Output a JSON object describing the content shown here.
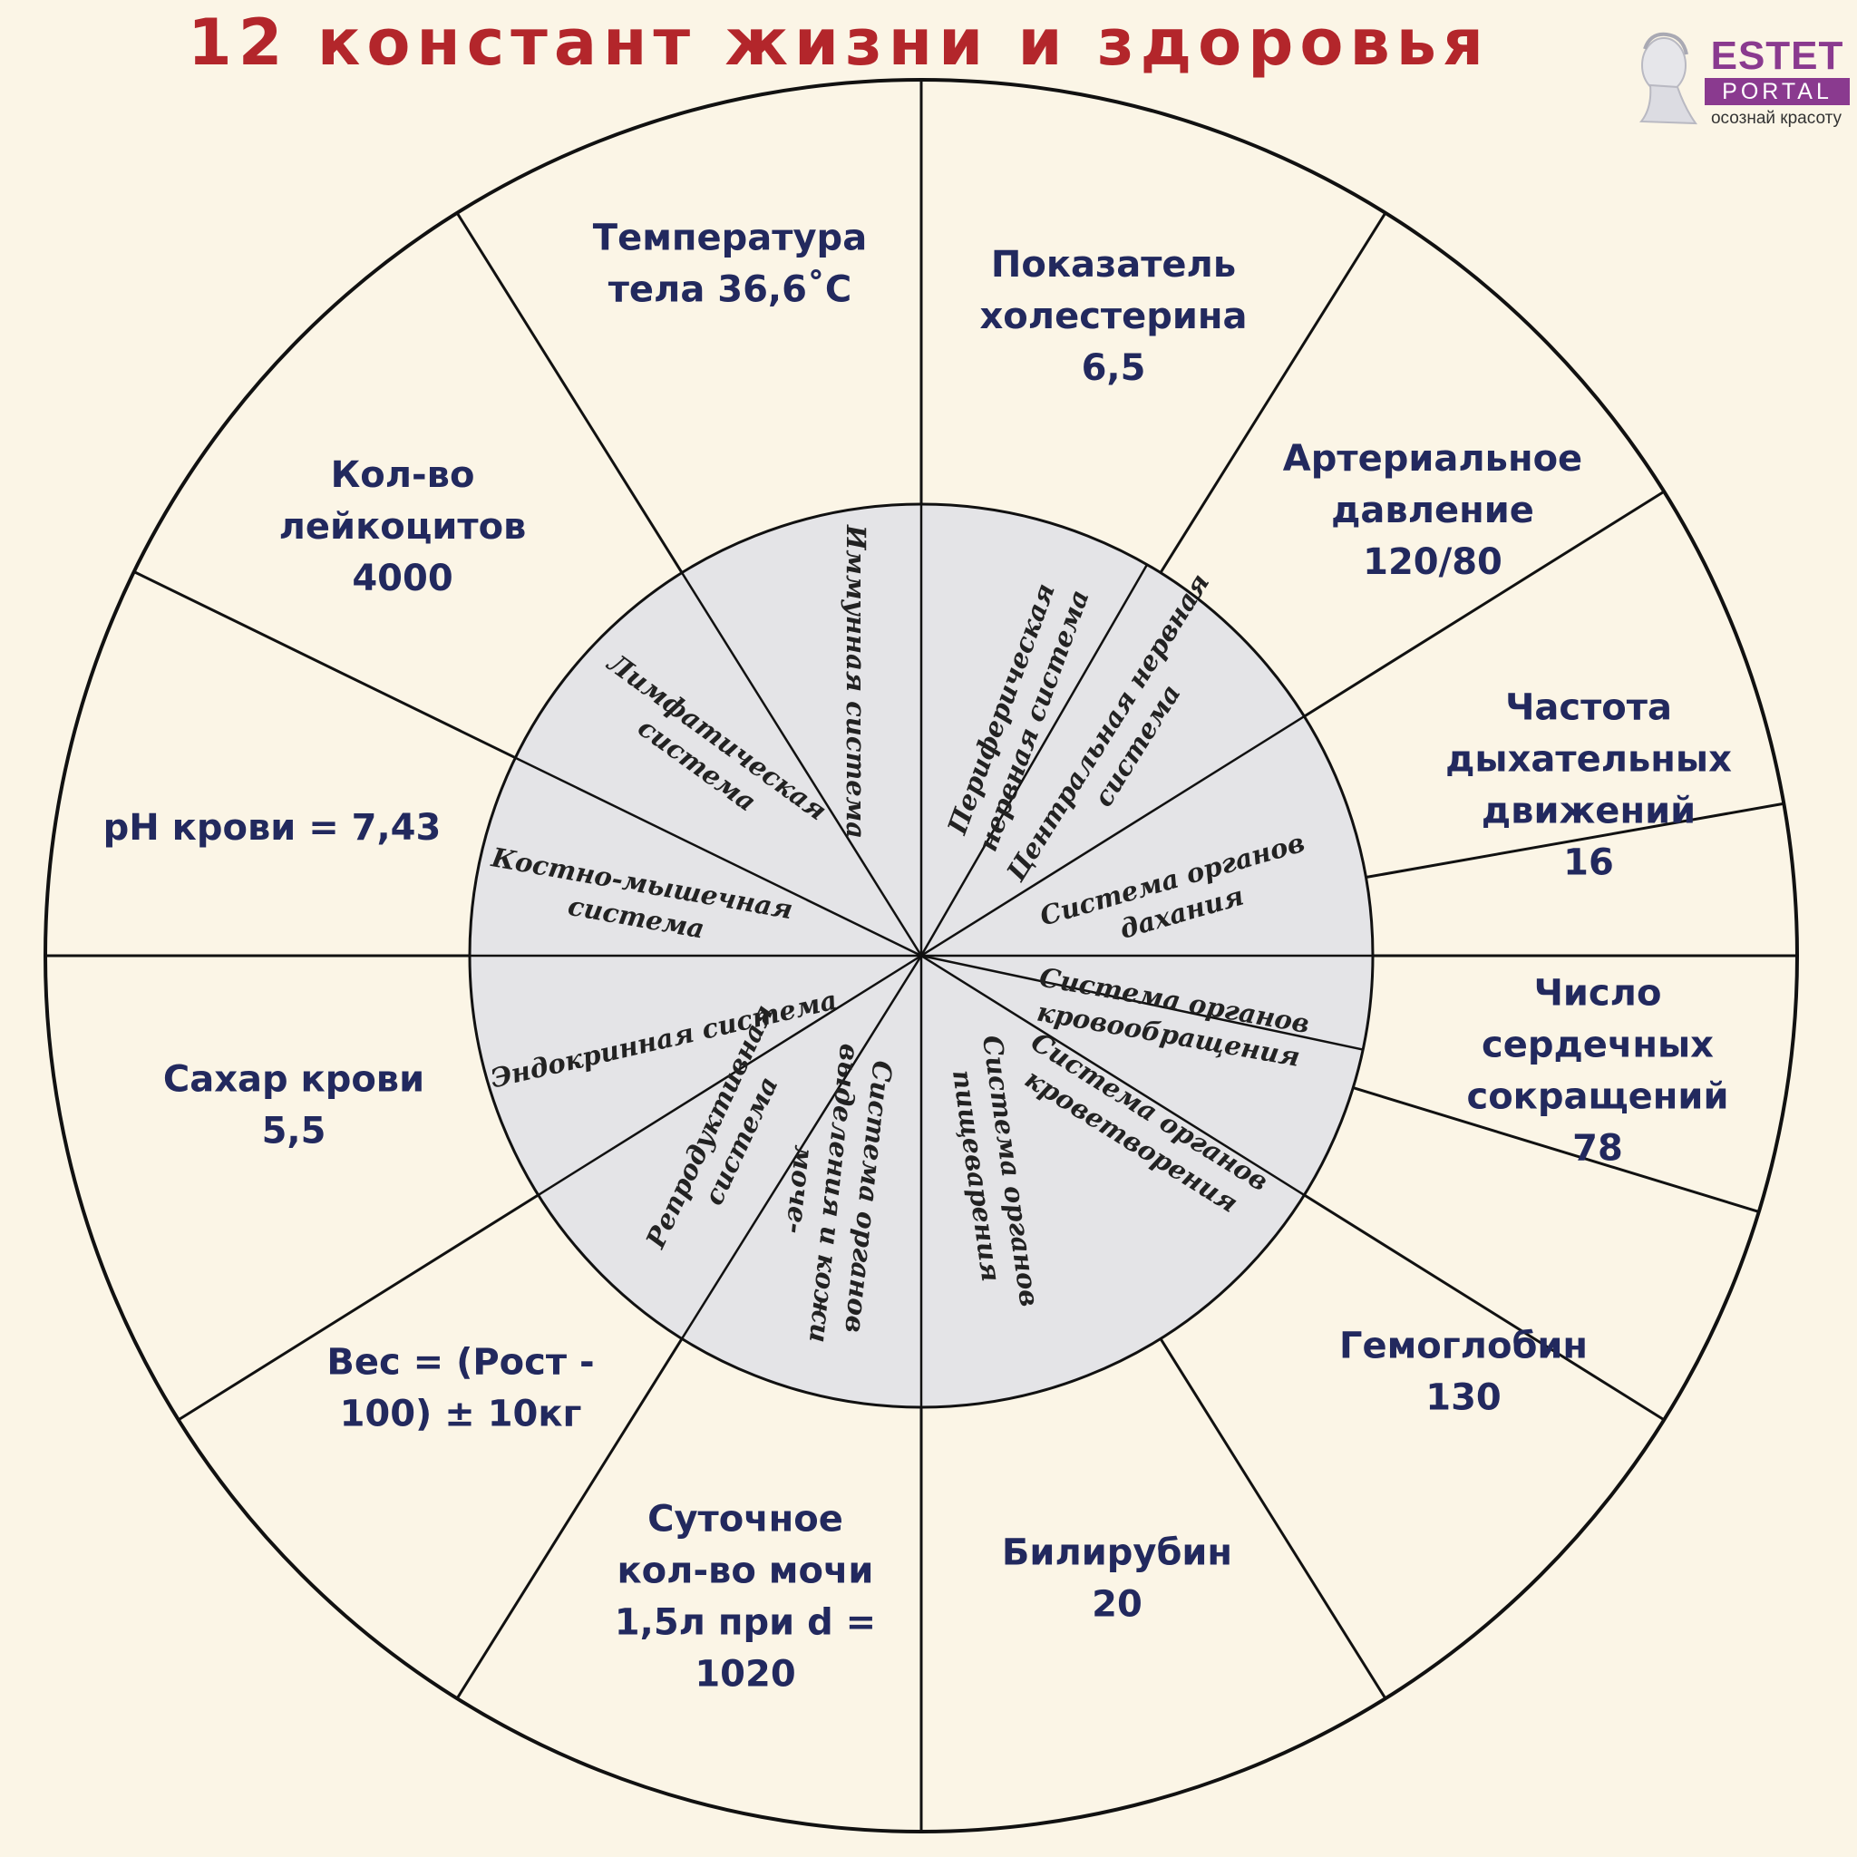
{
  "title": "12 констант жизни и здоровья",
  "logo": {
    "brand": "ESTET",
    "sub": "PORTAL",
    "tagline": "осознай красоту",
    "colors": {
      "brand": "#8a3a8f"
    }
  },
  "colors": {
    "title": "#b3262b",
    "outer_text": "#22295e",
    "inner_text": "#222222",
    "inner_fill": "#e4e4e7",
    "background": "#fbf5e6",
    "lines": "#111111"
  },
  "constants": [
    {
      "lines": [
        "Температура",
        "тела 36,6˚С"
      ]
    },
    {
      "lines": [
        "Показатель",
        "холестерина",
        "6,5"
      ]
    },
    {
      "lines": [
        "Артериальное",
        "давление",
        "120/80"
      ]
    },
    {
      "lines": [
        "Частота",
        "дыхательных",
        "движений",
        "16"
      ]
    },
    {
      "lines": [
        "Число",
        "сердечных",
        "сокращений",
        "78"
      ]
    },
    {
      "lines": [
        "Гемоглобин",
        "130"
      ]
    },
    {
      "lines": [
        "Билирубин",
        "20"
      ]
    },
    {
      "lines": [
        "Суточное",
        "кол-во мочи",
        "1,5л при d =",
        "1020"
      ]
    },
    {
      "lines": [
        "Вес = (Рост -",
        "100) ± 10кг"
      ]
    },
    {
      "lines": [
        "Сахар крови",
        "5,5"
      ]
    },
    {
      "lines": [
        "pH крови = 7,43"
      ]
    },
    {
      "lines": [
        "Кол-во",
        "лейкоцитов",
        "4000"
      ]
    }
  ],
  "systems": [
    {
      "lines": [
        "Иммунная система"
      ]
    },
    {
      "lines": [
        "Периферическая",
        "нервная система"
      ]
    },
    {
      "lines": [
        "Центральная нервная",
        "система"
      ]
    },
    {
      "lines": [
        "Система органов",
        "дахания"
      ]
    },
    {
      "lines": [
        "Система органов",
        "кровообращения"
      ]
    },
    {
      "lines": [
        "Система органов",
        "кроветворения"
      ]
    },
    {
      "lines": [
        "Система органов",
        "пищеварения"
      ]
    },
    {
      "lines": [
        "Система органов",
        "выделения и кожи",
        "моче-"
      ]
    },
    {
      "lines": [
        "Репродуктивная",
        "система"
      ]
    },
    {
      "lines": [
        "Эндокринная система"
      ]
    },
    {
      "lines": [
        "Костно-мышечная",
        "система"
      ]
    },
    {
      "lines": [
        "Лимфатическая",
        "система"
      ]
    }
  ]
}
